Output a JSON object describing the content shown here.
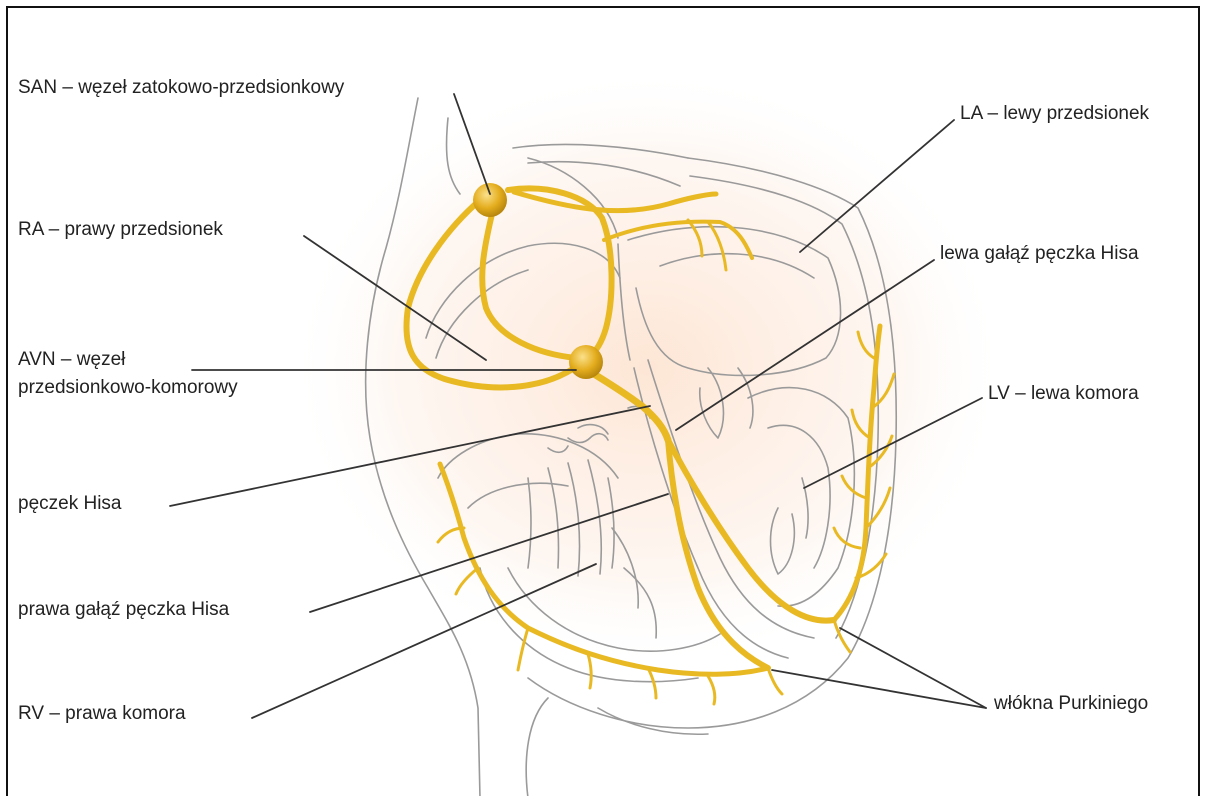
{
  "labels": {
    "san": "SAN – węzeł zatokowo-przedsionkowy",
    "ra": "RA – prawy przedsionek",
    "avn_line1": "AVN – węzeł",
    "avn_line2": "przedsionkowo-komorowy",
    "his": "pęczek Hisa",
    "rbb": "prawa gałąź pęczka Hisa",
    "rv": "RV – prawa komora",
    "la": "LA – lewy przedsionek",
    "lbb": "lewa gałąź pęczka Hisa",
    "lv": "LV – lewa komora",
    "purkinje": "włókna Purkiniego"
  },
  "colors": {
    "conduction": "#e8b923",
    "conduction_dark": "#c99612",
    "outline": "#9a9a9a",
    "leader": "#333333",
    "glow": "#fde6d6"
  }
}
